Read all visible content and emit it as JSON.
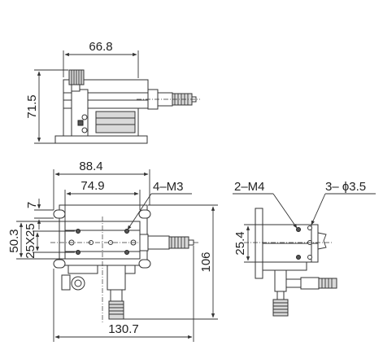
{
  "front_view": {
    "width": "66.8",
    "height": "71.5"
  },
  "top_view": {
    "overall_width": "88.4",
    "table_width": "74.9",
    "screw_callout": "4–M3",
    "offset": "7",
    "table_height": "50.3",
    "hole_pitch": "25X25",
    "overall_height": "106",
    "overall_length": "130.7"
  },
  "side_view": {
    "screw_callout": "2–M4",
    "hole_callout": "3– ϕ3.5",
    "height": "25.4"
  }
}
